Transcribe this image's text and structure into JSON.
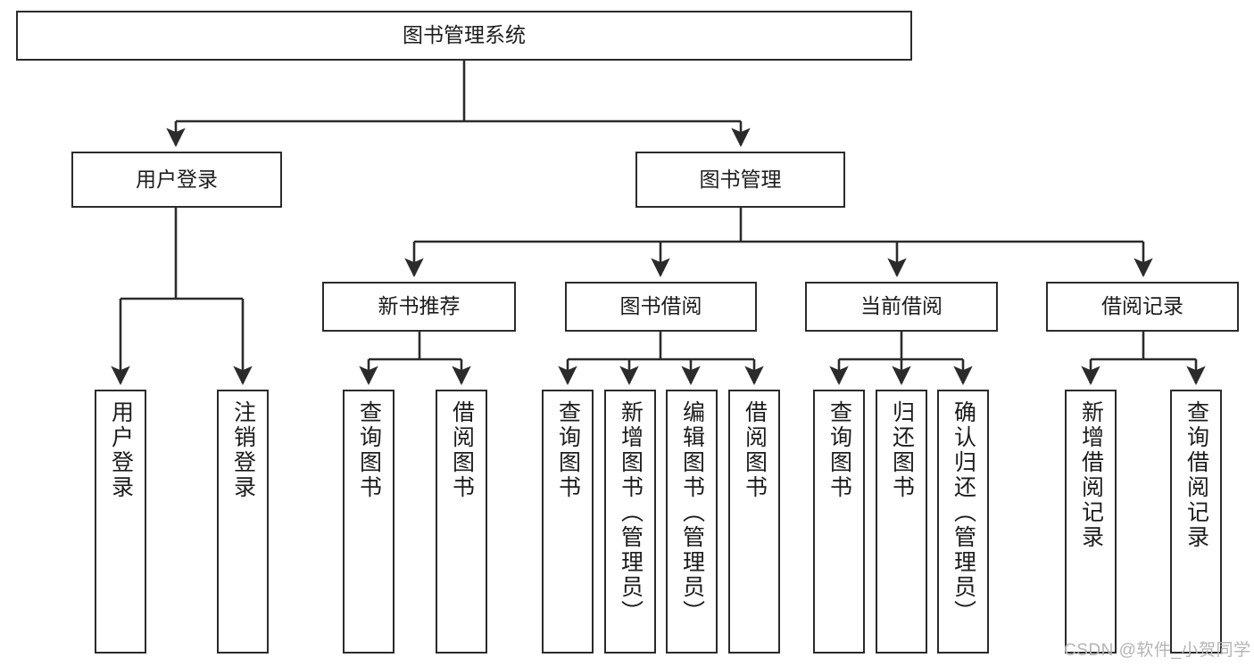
{
  "diagram": {
    "title": "图书管理系统",
    "type": "tree-hierarchy-flowchart",
    "orientation": "top-down",
    "colors": {
      "node_border": "#2b2b2b",
      "node_fill": "#ffffff",
      "edge": "#2b2b2b",
      "text": "#1c1c1c",
      "watermark": "#b4b4b4",
      "background": "#ffffff"
    }
  },
  "nodes": {
    "root": {
      "label": "图书管理系统"
    },
    "level2": [
      {
        "id": "user-login",
        "label": "用户登录"
      },
      {
        "id": "book-manage",
        "label": "图书管理"
      }
    ],
    "level3": [
      {
        "id": "new-book-recommend",
        "label": "新书推荐"
      },
      {
        "id": "book-borrow",
        "label": "图书借阅"
      },
      {
        "id": "current-borrow",
        "label": "当前借阅"
      },
      {
        "id": "borrow-record",
        "label": "借阅记录"
      }
    ],
    "leaves": {
      "user-login": [
        {
          "id": "leaf-user-login",
          "label": "用户登录"
        },
        {
          "id": "leaf-logout-login",
          "label": "注销登录"
        }
      ],
      "new-book-recommend": [
        {
          "id": "leaf-query-book-1",
          "label": "查询图书"
        },
        {
          "id": "leaf-borrow-book-1",
          "label": "借阅图书"
        }
      ],
      "book-borrow": [
        {
          "id": "leaf-query-book-2",
          "label": "查询图书"
        },
        {
          "id": "leaf-add-book",
          "label": "新增图书（管理员）"
        },
        {
          "id": "leaf-edit-book",
          "label": "编辑图书（管理员）"
        },
        {
          "id": "leaf-borrow-book-2",
          "label": "借阅图书"
        }
      ],
      "current-borrow": [
        {
          "id": "leaf-query-book-3",
          "label": "查询图书"
        },
        {
          "id": "leaf-return-book",
          "label": "归还图书"
        },
        {
          "id": "leaf-confirm-return",
          "label": "确认归还（管理员）"
        }
      ],
      "borrow-record": [
        {
          "id": "leaf-add-record",
          "label": "新增借阅记录"
        },
        {
          "id": "leaf-query-record",
          "label": "查询借阅记录"
        }
      ]
    }
  },
  "watermark": {
    "text": "CSDN @软件_小贺同学"
  }
}
